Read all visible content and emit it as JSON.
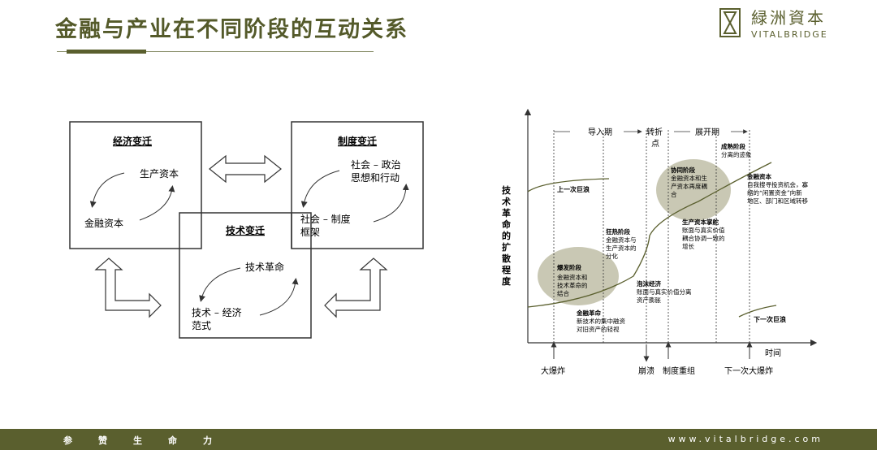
{
  "header": {
    "title": "金融与产业在不同阶段的互动关系"
  },
  "brand": {
    "name_cn": "緑洲資本",
    "name_en": "VITALBRIDGE"
  },
  "left_diagram": {
    "economy": {
      "title": "经济变迁",
      "top": "生产资本",
      "bottom": "金融资本"
    },
    "institution": {
      "title": "制度变迁",
      "top_line1": "社会 – 政治",
      "top_line2": "思想和行动",
      "bottom_line1": "社会 – 制度",
      "bottom_line2": "框架"
    },
    "technology": {
      "title": "技术变迁",
      "top": "技术革命",
      "bottom_line1": "技术 – 经济",
      "bottom_line2": "范式"
    }
  },
  "right_diagram": {
    "y_axis_label": [
      "技",
      "术",
      "革",
      "命",
      "的",
      "扩",
      "散",
      "程",
      "度"
    ],
    "x_axis_label": "时间",
    "periods": {
      "intro": "导入期",
      "turn_line1": "转折",
      "turn_line2": "点",
      "expand": "展开期"
    },
    "bottom_events": {
      "big_bang": "大爆炸",
      "collapse": "崩溃",
      "restructure": "制度重组",
      "next_big_bang": "下一次大爆炸"
    },
    "annotations": {
      "prev_wave": "上一次巨浪",
      "next_wave": "下一次巨浪",
      "explosion": {
        "title": "爆发阶段",
        "lines": [
          "金融资本和",
          "技术革命的",
          "结合"
        ]
      },
      "finance_revolution": {
        "title": "金融革命",
        "lines": [
          "新技术的集中融资",
          "对旧资产的轻视"
        ]
      },
      "frenzy": {
        "title": "狂热阶段",
        "lines": [
          "金融资本与",
          "生产资本的",
          "分化"
        ]
      },
      "bubble": {
        "title": "泡沫经济",
        "lines": [
          "账面与真实价值分离",
          "资产膨胀"
        ]
      },
      "synergy": {
        "title": "协同阶段",
        "lines": [
          "金融资本和生",
          "产资本再度耦",
          "合"
        ]
      },
      "production_capital": {
        "title": "生产资本掌舵",
        "lines": [
          "账面与真实价值",
          "耦合协调一致的",
          "增长"
        ]
      },
      "maturity": {
        "title": "成熟阶段",
        "lines": [
          "分离的迹象"
        ]
      },
      "finance_capital": {
        "title": "金融资本",
        "lines": [
          "自我搜寻投资机会，寡",
          "缩的“闲置资金”向新",
          "地区、部门和区域转移"
        ]
      }
    }
  },
  "footer": {
    "motto": "参赞生命力",
    "url": "www.vitalbridge.com"
  },
  "colors": {
    "brand": "#5a5f2e",
    "ellipse": "#c9c8b4"
  }
}
